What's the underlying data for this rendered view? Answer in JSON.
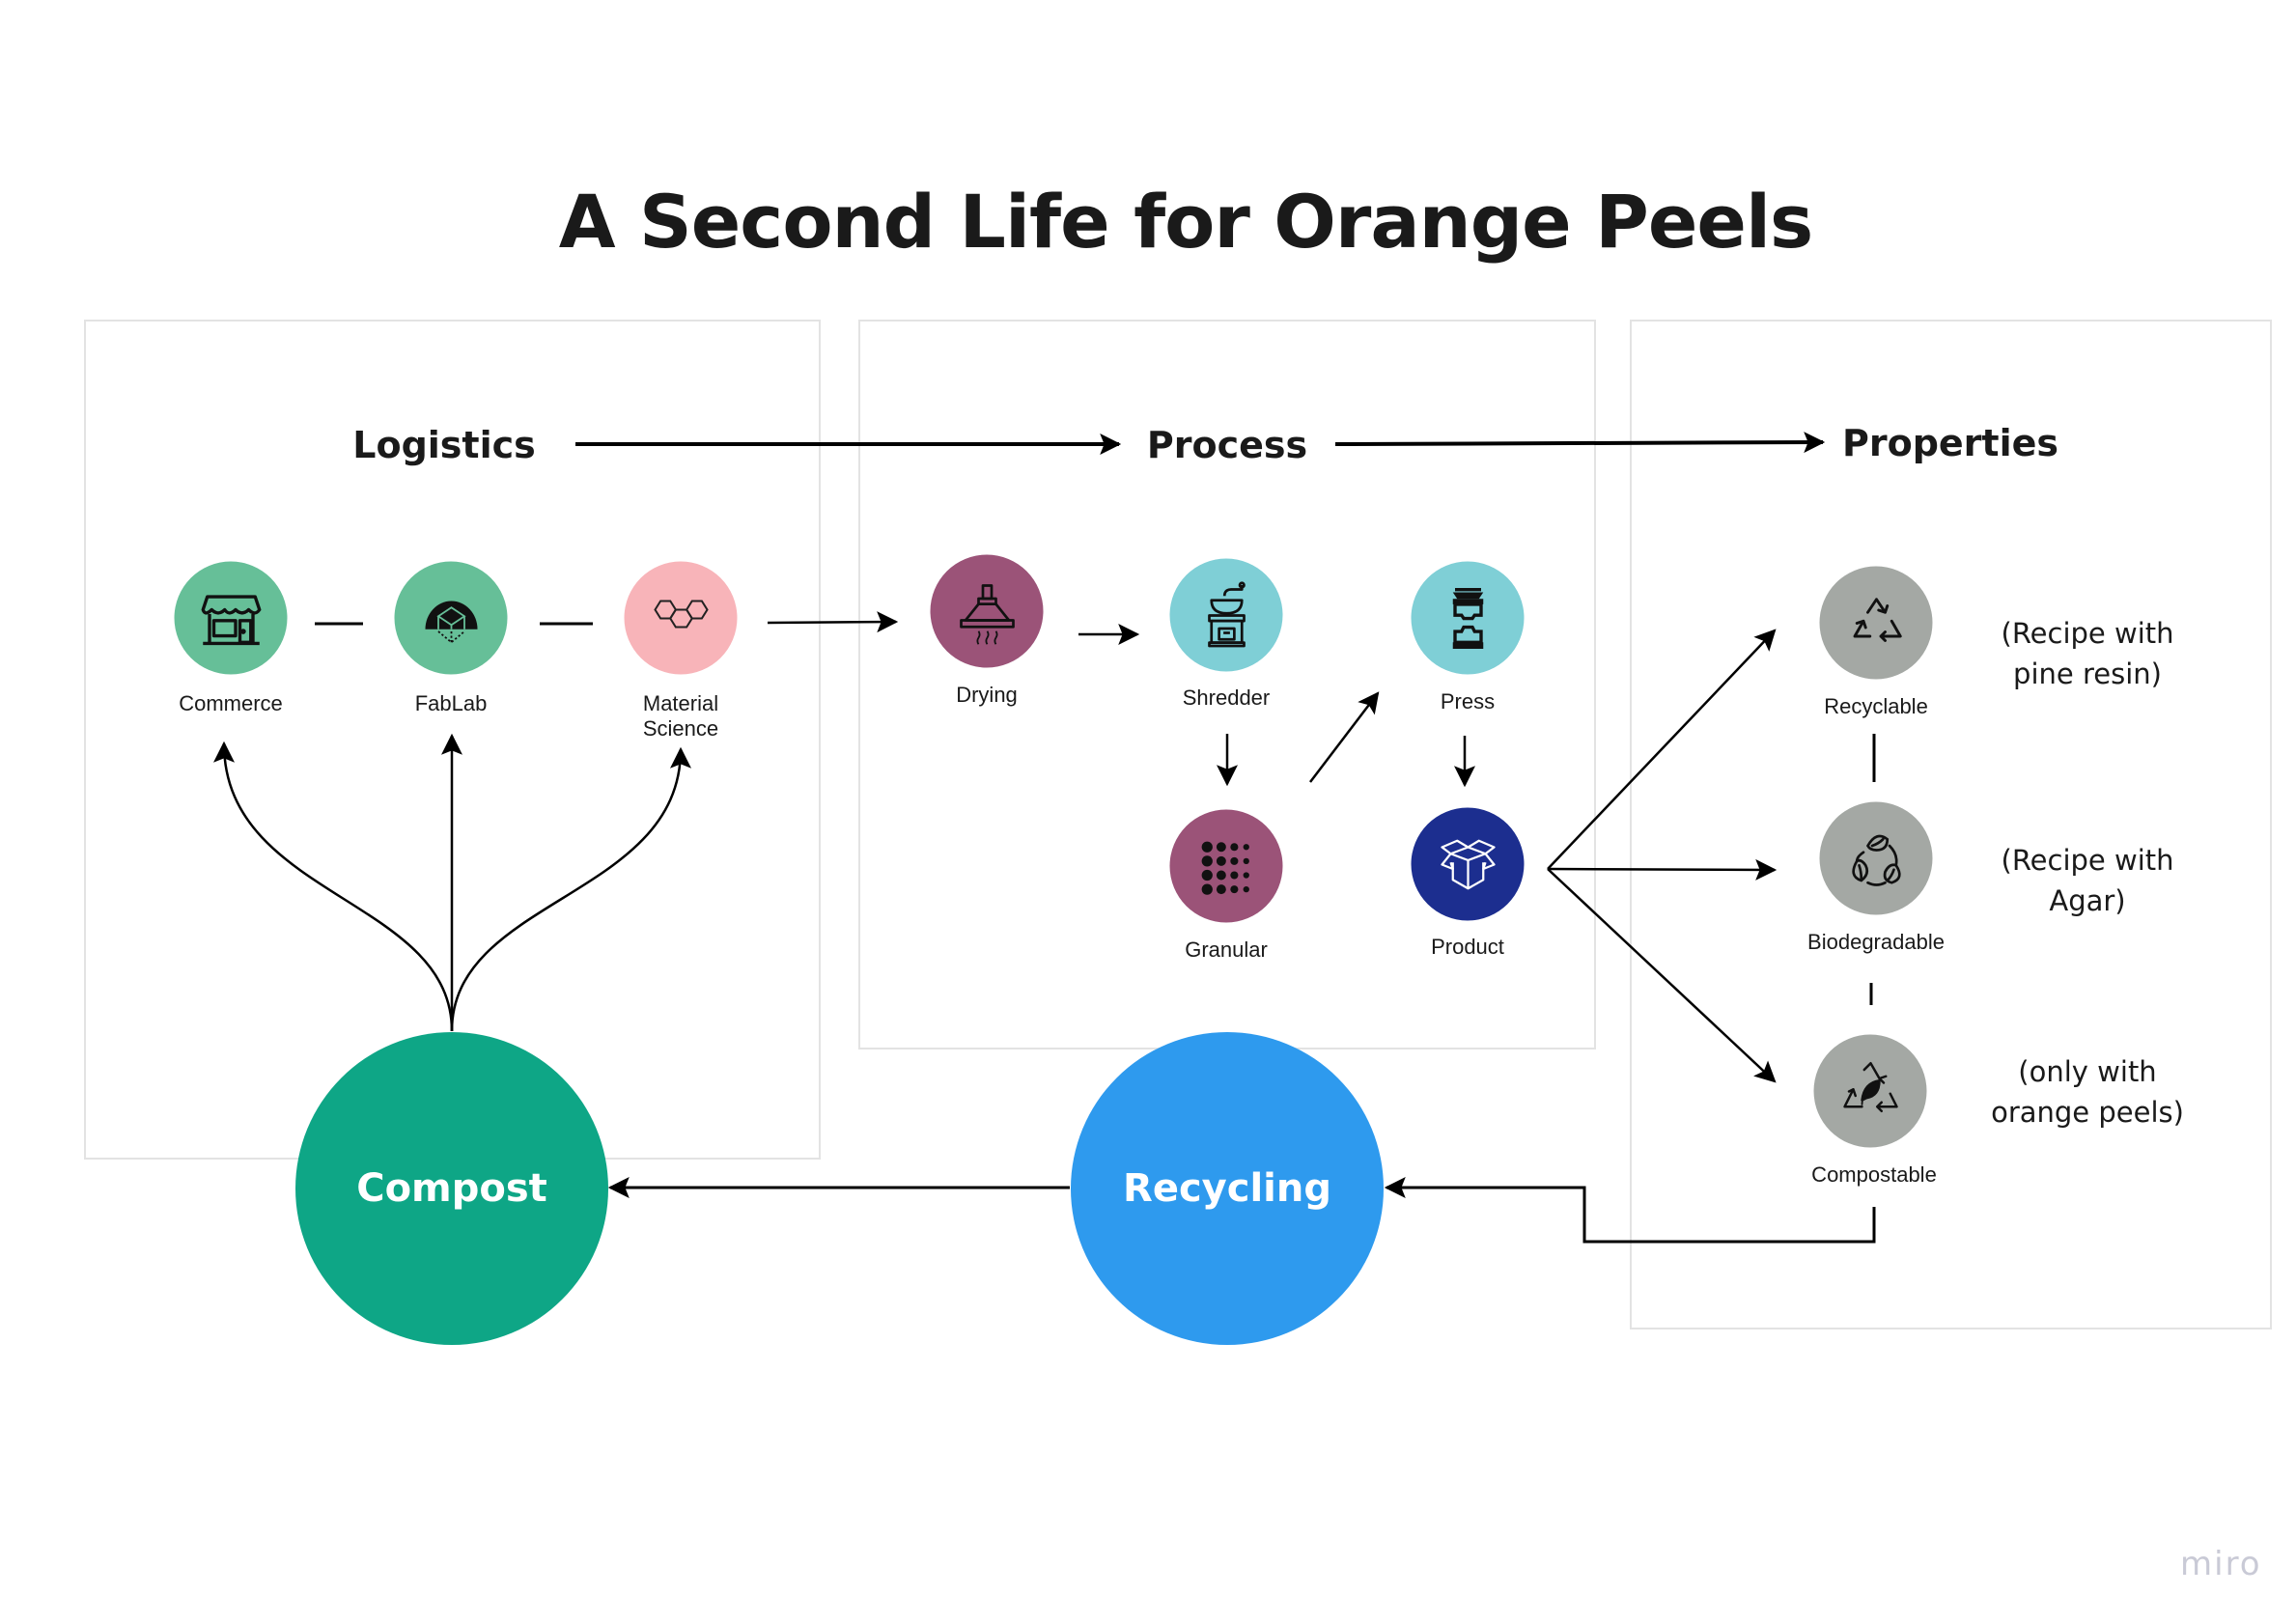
{
  "title": "A Second Life for Orange Peels",
  "sections": {
    "logistics": {
      "heading": "Logistics"
    },
    "process": {
      "heading": "Process"
    },
    "properties": {
      "heading": "Properties"
    }
  },
  "logistics_nodes": [
    {
      "id": "commerce",
      "label": "Commerce",
      "icon": "storefront-icon",
      "color": "#66bf98"
    },
    {
      "id": "fablab",
      "label": "FabLab",
      "icon": "dome-cube-icon",
      "color": "#66bf98"
    },
    {
      "id": "material-science",
      "label_line1": "Material",
      "label_line2": "Science",
      "icon": "hexagon-molecule-icon",
      "color": "#f8b4b9"
    }
  ],
  "process_nodes": [
    {
      "id": "drying",
      "label": "Drying",
      "icon": "range-hood-icon",
      "color": "#9b5378"
    },
    {
      "id": "shredder",
      "label": "Shredder",
      "icon": "grinder-icon",
      "color": "#7fcfd6"
    },
    {
      "id": "press",
      "label": "Press",
      "icon": "press-icon",
      "color": "#7fcfd6"
    },
    {
      "id": "granular",
      "label": "Granular",
      "icon": "dot-grid-icon",
      "color": "#9b5378"
    },
    {
      "id": "product",
      "label": "Product",
      "icon": "open-box-icon",
      "color": "#1c2e8f"
    }
  ],
  "property_nodes": [
    {
      "id": "recyclable",
      "label": "Recyclable",
      "icon": "recycle-arrows-icon",
      "color": "#a4a8a4",
      "note_line1": "(Recipe with",
      "note_line2": "pine resin)"
    },
    {
      "id": "biodegradable",
      "label": "Biodegradable",
      "icon": "leaf-cycle-icon",
      "color": "#a4a8a4",
      "note_line1": "(Recipe with",
      "note_line2": "Agar)"
    },
    {
      "id": "compostable",
      "label": "Compostable",
      "icon": "recycle-leaf-icon",
      "color": "#a4a8a4",
      "note_line1": "(only with",
      "note_line2": "orange peels)"
    }
  ],
  "cycle_nodes": {
    "compost": {
      "label": "Compost",
      "color": "#0ea686"
    },
    "recycling": {
      "label": "Recycling",
      "color": "#2e9aee"
    }
  },
  "watermark": "miro"
}
